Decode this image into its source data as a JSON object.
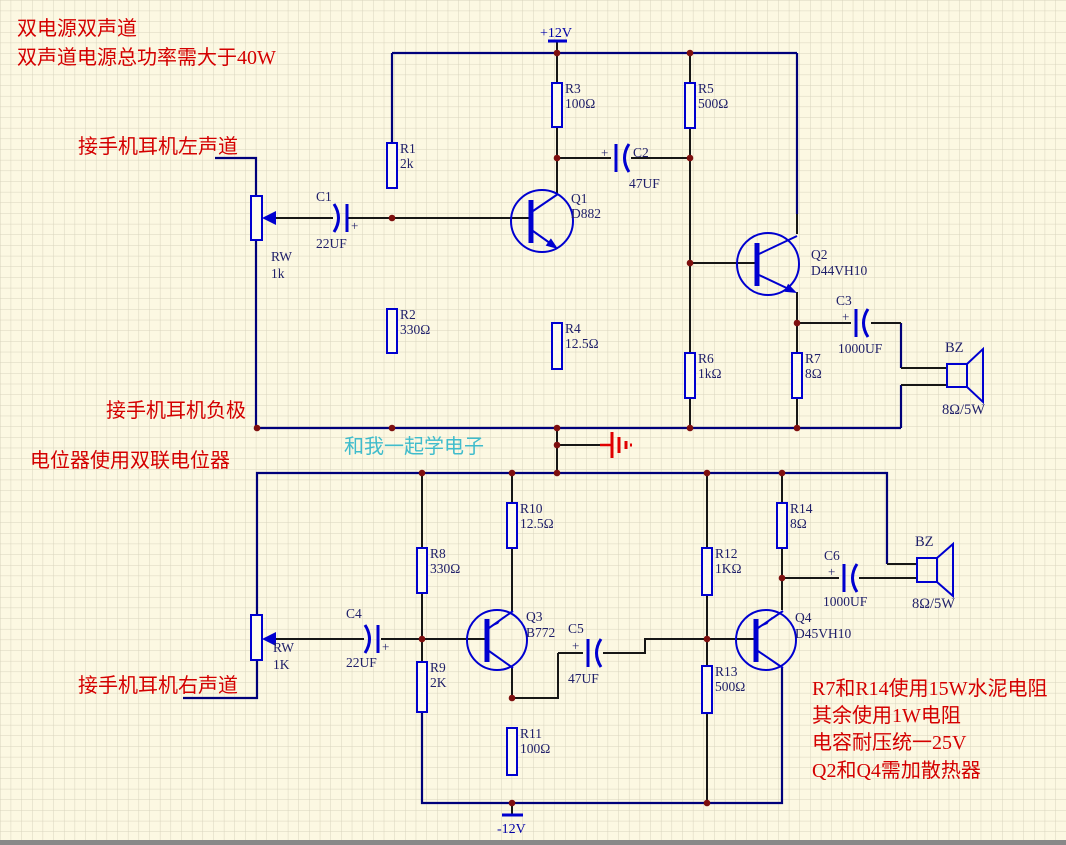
{
  "notes": {
    "top1": "双电源双声道",
    "top2": "双声道电源总功率需大于40W",
    "left_channel": "接手机耳机左声道",
    "negative": "接手机耳机负极",
    "pot_note": "电位器使用双联电位器",
    "watermark": "和我一起学电子",
    "right_channel": "接手机耳机右声道",
    "br1": "R7和R14使用15W水泥电阻",
    "br2": "其余使用1W电阻",
    "br3": "电容耐压统一25V",
    "br4": "Q2和Q4需加散热器"
  },
  "power": {
    "vplus": "+12V",
    "vminus": "-12V"
  },
  "symbols": {
    "plus": "+"
  },
  "components": {
    "r1": {
      "name": "R1",
      "value": "2k"
    },
    "r2": {
      "name": "R2",
      "value": "330Ω"
    },
    "r3": {
      "name": "R3",
      "value": "100Ω"
    },
    "r4": {
      "name": "R4",
      "value": "12.5Ω"
    },
    "r5": {
      "name": "R5",
      "value": "500Ω"
    },
    "r6": {
      "name": "R6",
      "value": "1kΩ"
    },
    "r7": {
      "name": "R7",
      "value": "8Ω"
    },
    "r8": {
      "name": "R8",
      "value": "330Ω"
    },
    "r9": {
      "name": "R9",
      "value": "2K"
    },
    "r10": {
      "name": "R10",
      "value": "12.5Ω"
    },
    "r11": {
      "name": "R11",
      "value": "100Ω"
    },
    "r12": {
      "name": "R12",
      "value": "1KΩ"
    },
    "r13": {
      "name": "R13",
      "value": "500Ω"
    },
    "r14": {
      "name": "R14",
      "value": "8Ω"
    },
    "c1": {
      "name": "C1",
      "value": "22UF"
    },
    "c2": {
      "name": "C2",
      "value": "47UF"
    },
    "c3": {
      "name": "C3",
      "value": "1000UF"
    },
    "c4": {
      "name": "C4",
      "value": "22UF"
    },
    "c5": {
      "name": "C5",
      "value": "47UF"
    },
    "c6": {
      "name": "C6",
      "value": "1000UF"
    },
    "q1": {
      "name": "Q1",
      "value": "D882"
    },
    "q2": {
      "name": "Q2",
      "value": "D44VH10"
    },
    "q3": {
      "name": "Q3",
      "value": "B772"
    },
    "q4": {
      "name": "Q4",
      "value": "D45VH10"
    },
    "rw1": {
      "name": "RW",
      "value": "1k"
    },
    "rw2": {
      "name": "RW",
      "value": "1K"
    },
    "bz1": {
      "name": "BZ",
      "value": "8Ω/5W"
    },
    "bz2": {
      "name": "BZ",
      "value": "8Ω/5W"
    }
  },
  "colors": {
    "background": "#fcf8e2",
    "grid": "#d8d3bd",
    "wire_navy": "#00007b",
    "wire_black": "#161616",
    "symbol_blue": "#0000d0",
    "junction": "#7e0f0f",
    "note_red": "#d40000",
    "watermark_cyan": "#3fbccc",
    "label_navy": "#20206a"
  }
}
